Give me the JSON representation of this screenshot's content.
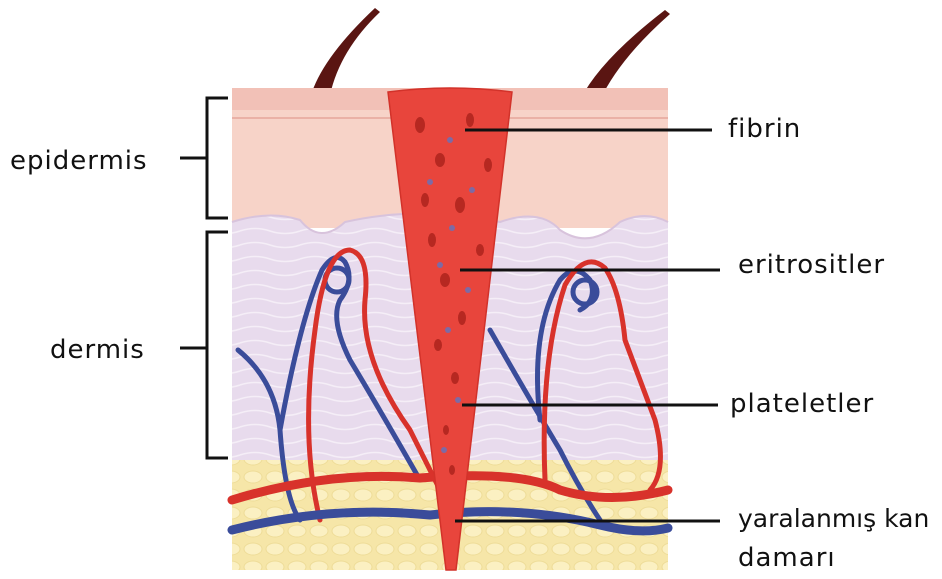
{
  "labels": {
    "epidermis": "epidermis",
    "dermis": "dermis",
    "fibrin": "fibrin",
    "eritrositler": "eritrositler",
    "plateletler": "plateletler",
    "vessel_line1": "yaralanmış kan",
    "vessel_line2": "damarı"
  },
  "colors": {
    "epidermis": "#f7d3c8",
    "dermis": "#e8dbed",
    "fat": "#f6e6a8",
    "wound": "#e8453c",
    "artery": "#d8322b",
    "vein": "#3a4c9a",
    "hair": "#5a1512"
  }
}
